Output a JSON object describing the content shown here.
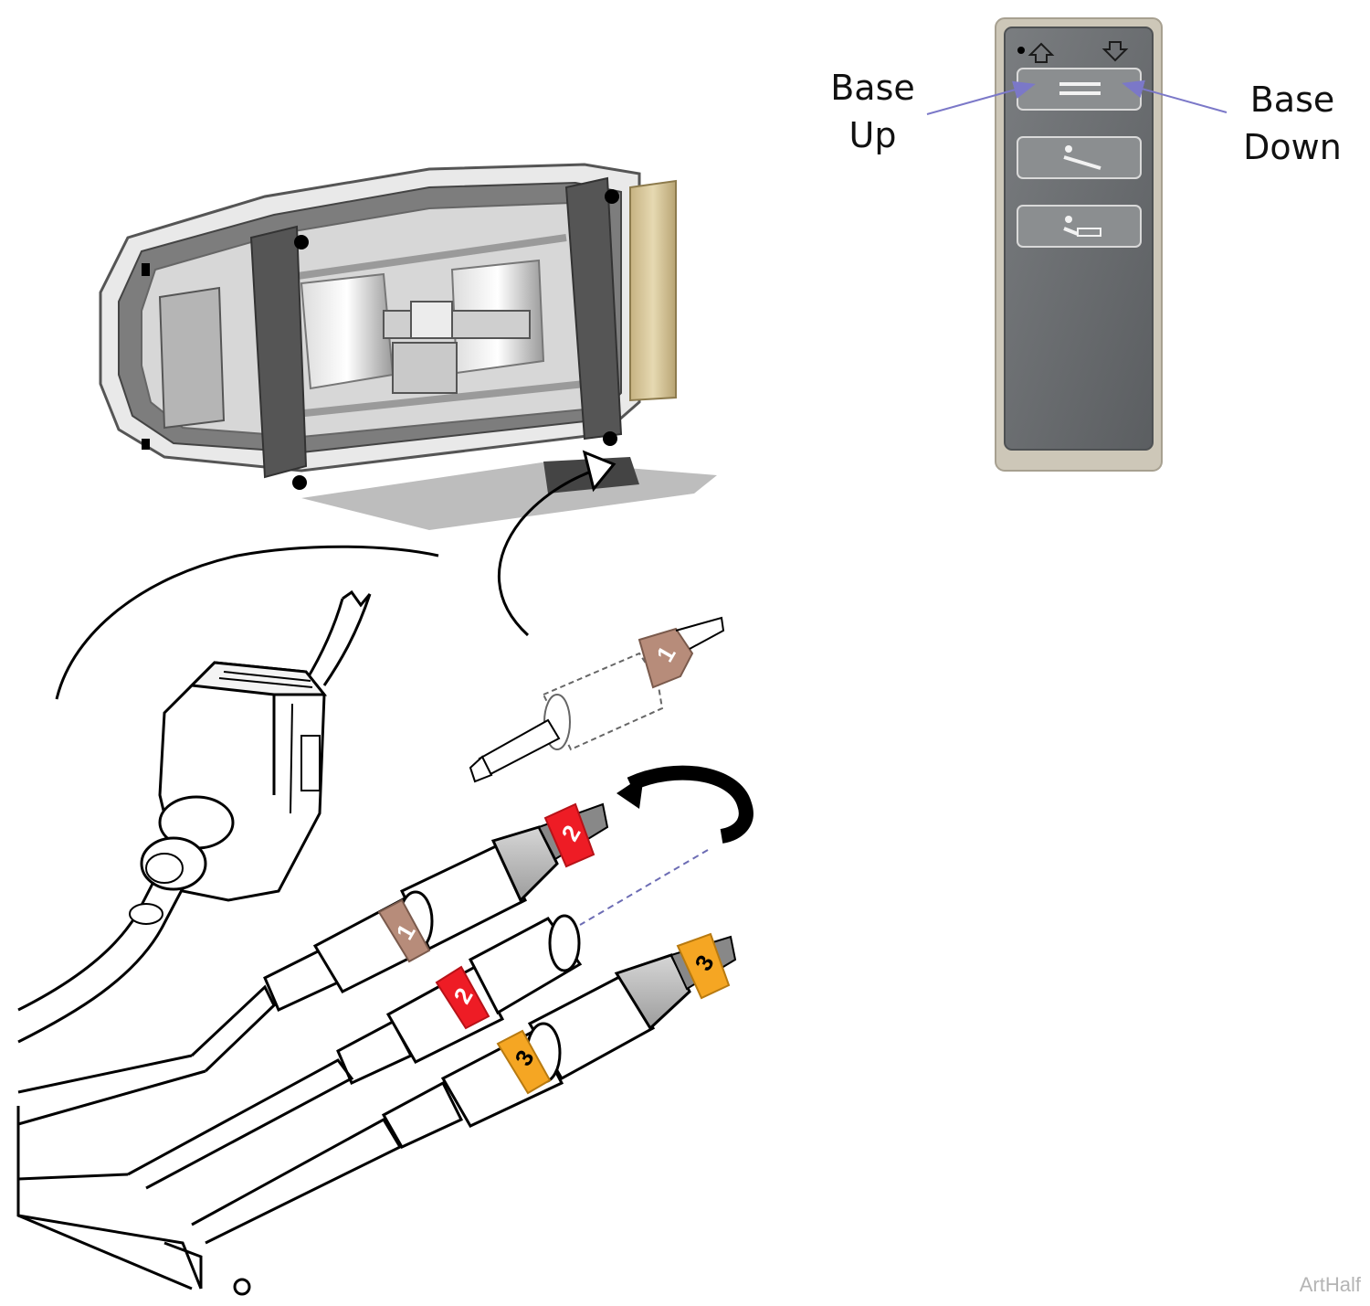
{
  "labels": {
    "base_up": [
      "Base",
      "Up"
    ],
    "base_down": [
      "Base",
      "Down"
    ]
  },
  "connectors": {
    "band_1": "1",
    "band_2": "2",
    "band_3": "3"
  },
  "watermark": "ArtHalf",
  "colors": {
    "band_1": "#b78c7a",
    "band_2": "#ee1c25",
    "band_3": "#f5a623",
    "pendant_body": "#6d7072",
    "pendant_frame": "#c9c3b4",
    "pointer_arrow": "#7b78c8",
    "cover_tan": "#d8c79a"
  },
  "icons": [
    "arrow-up-icon",
    "arrow-down-icon",
    "base-lines-icon",
    "trendelenburg-icon",
    "reverse-tilt-icon",
    "rotate-arrow-icon"
  ]
}
